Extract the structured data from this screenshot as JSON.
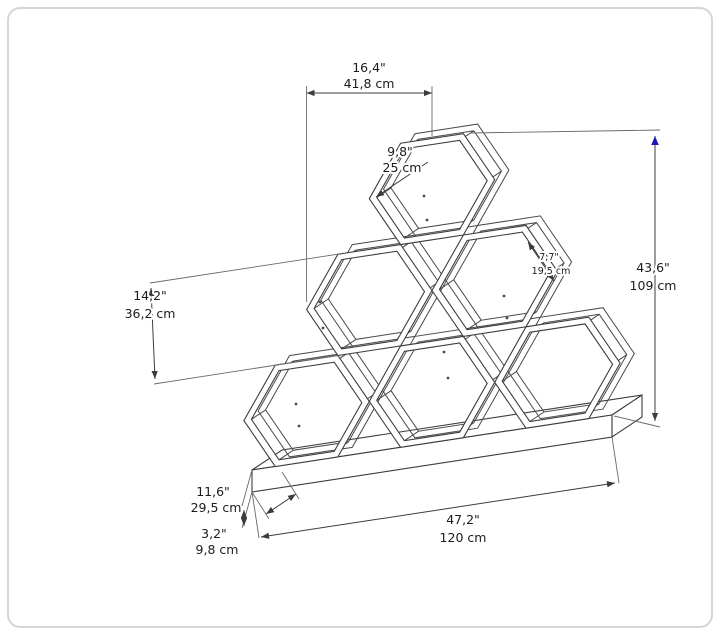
{
  "dims": {
    "top_width": {
      "in": "16,4\"",
      "cm": "41,8 cm"
    },
    "shelf_depth": {
      "in": "9,8\"",
      "cm": "25 cm"
    },
    "hex_height": {
      "in": "14,2\"",
      "cm": "36,2 cm"
    },
    "inner_edge": {
      "in": "7,7\"",
      "cm": "19,5 cm"
    },
    "total_height": {
      "in": "43,6\"",
      "cm": "109 cm"
    },
    "base_depth": {
      "in": "11,6\"",
      "cm": "29,5 cm"
    },
    "base_height": {
      "in": "3,2\"",
      "cm": "9,8 cm"
    },
    "total_width": {
      "in": "47,2\"",
      "cm": "120 cm"
    }
  },
  "colors": {
    "accent_arrow": "#1a1ab8",
    "line": "#3d3d3d",
    "background": "#ffffff",
    "border": "#d6d6d6"
  }
}
